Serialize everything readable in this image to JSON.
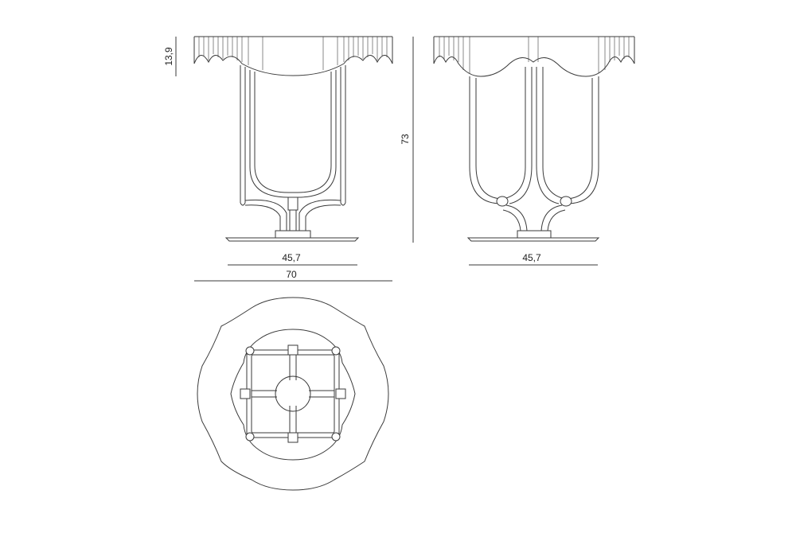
{
  "dimensions": {
    "front_width": "45,7",
    "overall_width": "70",
    "side_width": "45,7",
    "shade_height": "13,9",
    "total_height": "73"
  }
}
